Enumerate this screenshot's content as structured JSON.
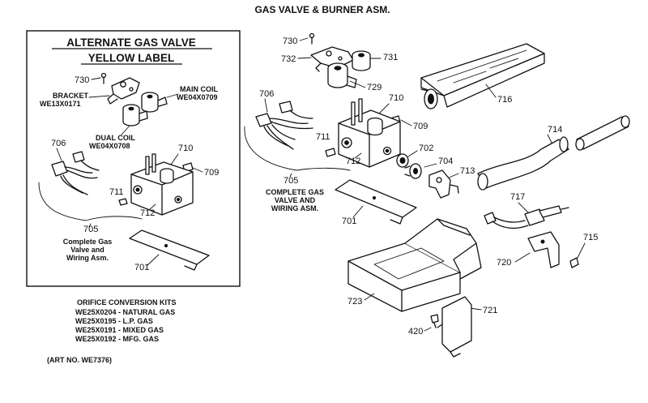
{
  "title": "GAS VALVE & BURNER ASM.",
  "inset": {
    "heading_line1": "ALTERNATE GAS VALVE",
    "heading_line2": "YELLOW LABEL",
    "bracket_label": "BRACKET",
    "bracket_part": "WE13X0171",
    "main_coil_label": "MAIN COIL",
    "main_coil_part": "WE04X0709",
    "dual_coil_label": "DUAL COIL",
    "dual_coil_part": "WE04X0708",
    "complete_line1": "Complete Gas",
    "complete_line2": "Valve and",
    "complete_line3": "Wiring Asm.",
    "numbers": {
      "n730": "730",
      "n706": "706",
      "n710": "710",
      "n709": "709",
      "n711": "711",
      "n712": "712",
      "n705": "705",
      "n701": "701"
    }
  },
  "main": {
    "complete_line1": "COMPLETE GAS",
    "complete_line2": "VALVE AND",
    "complete_line3": "WIRING ASM.",
    "numbers": {
      "n730": "730",
      "n732": "732",
      "n731": "731",
      "n729": "729",
      "n716": "716",
      "n706": "706",
      "n710": "710",
      "n709": "709",
      "n711": "711",
      "n712": "712",
      "n702": "702",
      "n704": "704",
      "n713": "713",
      "n714": "714",
      "n705": "705",
      "n701": "701",
      "n717": "717",
      "n715": "715",
      "n720": "720",
      "n723": "723",
      "n721": "721",
      "n420": "420"
    }
  },
  "orifice": {
    "heading": "ORIFICE CONVERSION KITS",
    "items": [
      "WE25X0204 - NATURAL GAS",
      "WE25X0195 - L.P. GAS",
      "WE25X0191 - MIXED GAS",
      "WE25X0192 - MFG. GAS"
    ]
  },
  "art_no": "(ART NO. WE7376)"
}
